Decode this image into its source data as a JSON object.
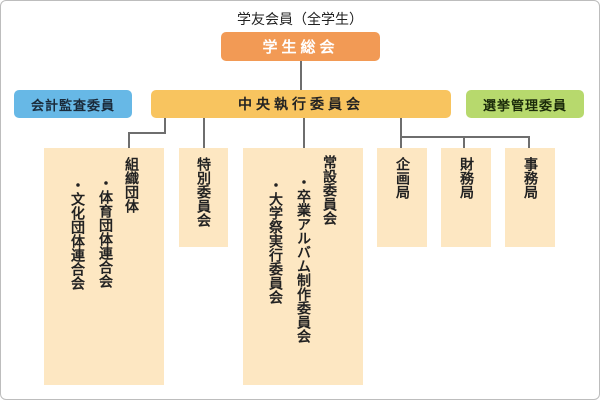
{
  "caption": "学友会員（全学生）",
  "nodes": {
    "council": "学生総会",
    "executive": "中央執行委員会",
    "audit": "会計監査委員",
    "election": "選挙管理委員"
  },
  "organizations": {
    "title": "組織団体",
    "items": [
      "・体育団体連合会",
      "・文化団体連合会"
    ]
  },
  "special": "特別委員会",
  "standing": {
    "title": "常設委員会",
    "items": [
      "・卒業アルバム制作委員会",
      "・大学祭実行委員会"
    ]
  },
  "planning": "企画局",
  "finance": "財務局",
  "affairs": "事務局"
}
